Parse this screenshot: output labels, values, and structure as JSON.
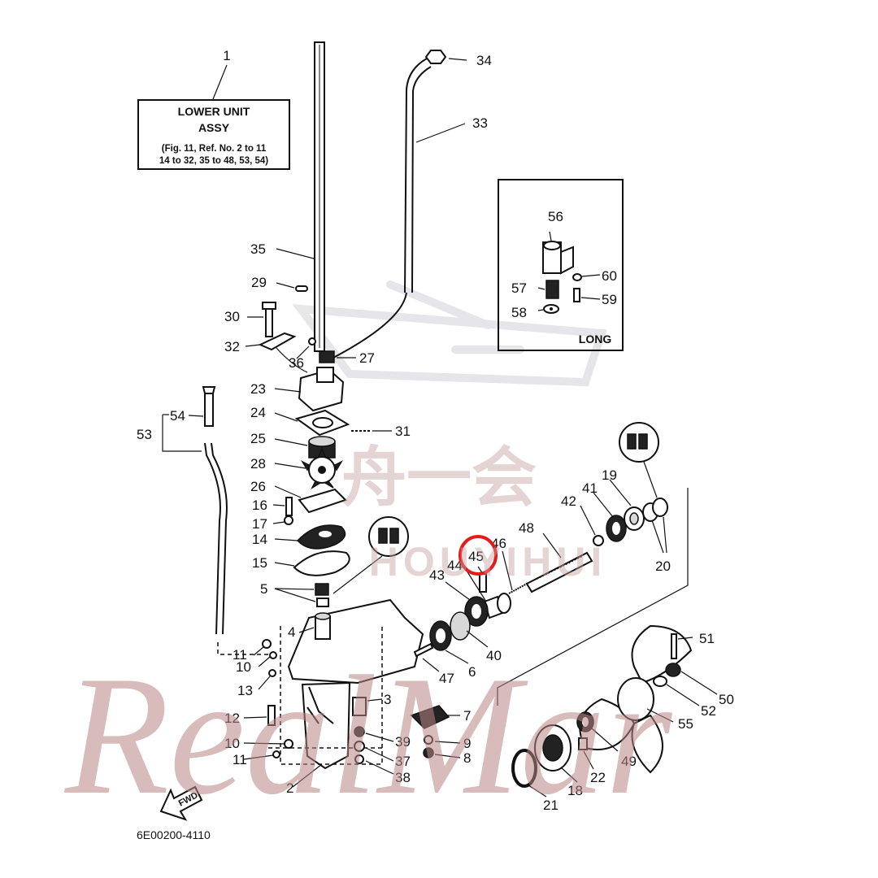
{
  "assembly_box": {
    "ref": "1",
    "title_line1": "LOWER UNIT",
    "title_line2": "ASSY",
    "note_line1": "(Fig. 11, Ref. No. 2 to 11",
    "note_line2": "14 to 32, 35 to 48, 53, 54)"
  },
  "long_box": {
    "label": "LONG"
  },
  "fwd_arrow": {
    "label": "FWD"
  },
  "doc_code": "6E00200-4110",
  "highlighted_part": "45",
  "highlight_color": "#e8191a",
  "watermarks": {
    "script": "RealMar",
    "chinese": "舟一会",
    "latin": "HOUYIHUI"
  },
  "part_labels": [
    {
      "key": "34",
      "text": "34"
    },
    {
      "key": "33",
      "text": "33"
    },
    {
      "key": "56",
      "text": "56"
    },
    {
      "key": "60",
      "text": "60"
    },
    {
      "key": "57",
      "text": "57"
    },
    {
      "key": "59",
      "text": "59"
    },
    {
      "key": "58",
      "text": "58"
    },
    {
      "key": "35",
      "text": "35"
    },
    {
      "key": "29",
      "text": "29"
    },
    {
      "key": "30",
      "text": "30"
    },
    {
      "key": "32",
      "text": "32"
    },
    {
      "key": "36",
      "text": "36"
    },
    {
      "key": "27",
      "text": "27"
    },
    {
      "key": "23",
      "text": "23"
    },
    {
      "key": "24",
      "text": "24"
    },
    {
      "key": "31",
      "text": "31"
    },
    {
      "key": "54",
      "text": "54"
    },
    {
      "key": "53",
      "text": "53"
    },
    {
      "key": "25",
      "text": "25"
    },
    {
      "key": "28",
      "text": "28"
    },
    {
      "key": "26",
      "text": "26"
    },
    {
      "key": "16",
      "text": "16"
    },
    {
      "key": "17",
      "text": "17"
    },
    {
      "key": "14",
      "text": "14"
    },
    {
      "key": "15",
      "text": "15"
    },
    {
      "key": "5",
      "text": "5"
    },
    {
      "key": "4",
      "text": "4"
    },
    {
      "key": "11a",
      "text": "11"
    },
    {
      "key": "10a",
      "text": "10"
    },
    {
      "key": "13",
      "text": "13"
    },
    {
      "key": "12",
      "text": "12"
    },
    {
      "key": "10b",
      "text": "10"
    },
    {
      "key": "11b",
      "text": "11"
    },
    {
      "key": "2",
      "text": "2"
    },
    {
      "key": "3",
      "text": "3"
    },
    {
      "key": "39",
      "text": "39"
    },
    {
      "key": "37",
      "text": "37"
    },
    {
      "key": "38",
      "text": "38"
    },
    {
      "key": "7",
      "text": "7"
    },
    {
      "key": "9",
      "text": "9"
    },
    {
      "key": "8",
      "text": "8"
    },
    {
      "key": "19",
      "text": "19"
    },
    {
      "key": "41",
      "text": "41"
    },
    {
      "key": "42",
      "text": "42"
    },
    {
      "key": "48",
      "text": "48"
    },
    {
      "key": "46",
      "text": "46"
    },
    {
      "key": "45",
      "text": "45"
    },
    {
      "key": "44",
      "text": "44"
    },
    {
      "key": "43",
      "text": "43"
    },
    {
      "key": "20",
      "text": "20"
    },
    {
      "key": "40",
      "text": "40"
    },
    {
      "key": "47",
      "text": "47"
    },
    {
      "key": "6",
      "text": "6"
    },
    {
      "key": "51",
      "text": "51"
    },
    {
      "key": "50",
      "text": "50"
    },
    {
      "key": "52",
      "text": "52"
    },
    {
      "key": "55",
      "text": "55"
    },
    {
      "key": "49",
      "text": "49"
    },
    {
      "key": "22",
      "text": "22"
    },
    {
      "key": "18",
      "text": "18"
    },
    {
      "key": "21",
      "text": "21"
    }
  ]
}
